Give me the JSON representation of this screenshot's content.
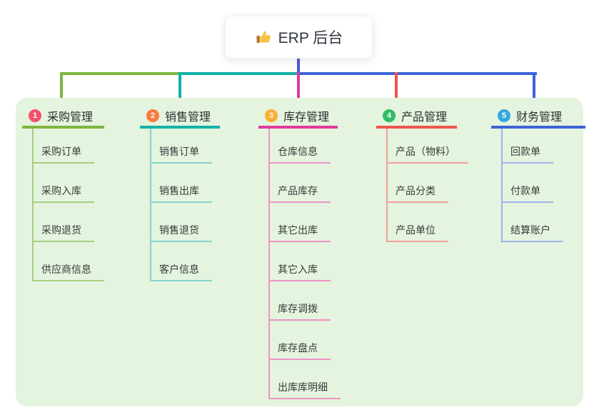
{
  "root": {
    "label": "ERP 后台",
    "icon": "thumbs-up-icon",
    "line_color": "#4a56cc"
  },
  "panel": {
    "background": "#e4f4df"
  },
  "branches": [
    {
      "num": "1",
      "title": "采购管理",
      "badge_color": "#f4526c",
      "line_color": "#7eb63f",
      "light_color": "#a6cf7e",
      "children": [
        "采购订单",
        "采购入库",
        "采购退货",
        "供应商信息"
      ]
    },
    {
      "num": "2",
      "title": "销售管理",
      "badge_color": "#f87c3e",
      "line_color": "#10b1a8",
      "light_color": "#86d3cd",
      "children": [
        "销售订单",
        "销售出库",
        "销售退货",
        "客户信息"
      ]
    },
    {
      "num": "3",
      "title": "库存管理",
      "badge_color": "#fbae31",
      "line_color": "#e03a9c",
      "light_color": "#ef93c5",
      "children": [
        "仓库信息",
        "产品库存",
        "其它出库",
        "其它入库",
        "库存调拨",
        "库存盘点",
        "出库库明细"
      ]
    },
    {
      "num": "4",
      "title": "产品管理",
      "badge_color": "#2ebd64",
      "line_color": "#f2554e",
      "light_color": "#f79e99",
      "children": [
        "产品（物料）",
        "产品分类",
        "产品单位"
      ]
    },
    {
      "num": "5",
      "title": "财务管理",
      "badge_color": "#35a7de",
      "line_color": "#3c63d7",
      "light_color": "#9db3e6",
      "children": [
        "回款单",
        "付款单",
        "结算账户"
      ]
    }
  ]
}
